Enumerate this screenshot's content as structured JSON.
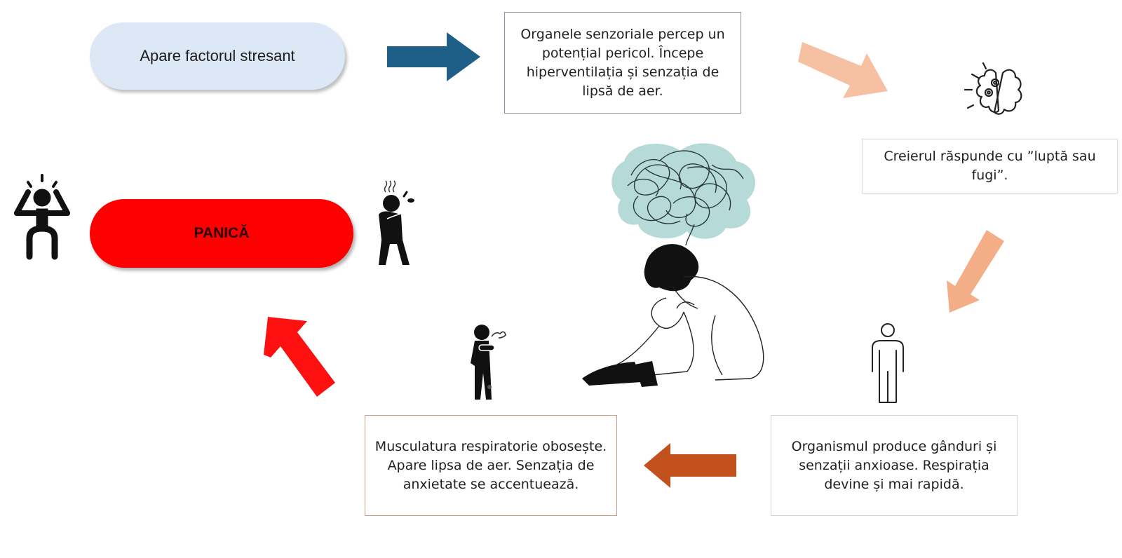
{
  "diagram": {
    "title": "Panic attack cycle",
    "nodes": {
      "stressor": {
        "label": "Apare factorul stresant",
        "fill": "#dce8f5"
      },
      "senses": {
        "label": "Organele senzoriale percep un potențial pericol. Începe hiperventilația și senzația de lipsă de aer."
      },
      "brain": {
        "label": "Creierul răspunde cu ”luptă sau fugi”."
      },
      "body": {
        "label": "Organismul produce gânduri și senzații anxioase. Respirația devine și mai rapidă."
      },
      "muscles": {
        "label": "Musculatura respiratorie obosește. Apare lipsa de aer. Senzația de anxietate se accentuează."
      },
      "panic": {
        "label": "PANICĂ",
        "fill": "#ff0000"
      }
    },
    "arrows": [
      {
        "from": "stressor",
        "to": "senses",
        "direction": "right",
        "color": "#1d5f86"
      },
      {
        "from": "senses",
        "to": "brain",
        "direction": "down-right",
        "color": "#f6c1a3"
      },
      {
        "from": "brain",
        "to": "body",
        "direction": "down-left",
        "color": "#f4ae87"
      },
      {
        "from": "body",
        "to": "muscles",
        "direction": "left",
        "color": "#c2511d"
      },
      {
        "from": "muscles",
        "to": "panic",
        "direction": "up-left",
        "color": "#ff1010"
      }
    ],
    "icons": [
      "brain-gears-icon",
      "standing-person-icon",
      "coughing-person-icon",
      "breathless-person-icon",
      "stressed-person-icon",
      "anxious-sitting-person-illustration"
    ],
    "colors": {
      "thought_cloud": "#a8d3d1"
    }
  }
}
